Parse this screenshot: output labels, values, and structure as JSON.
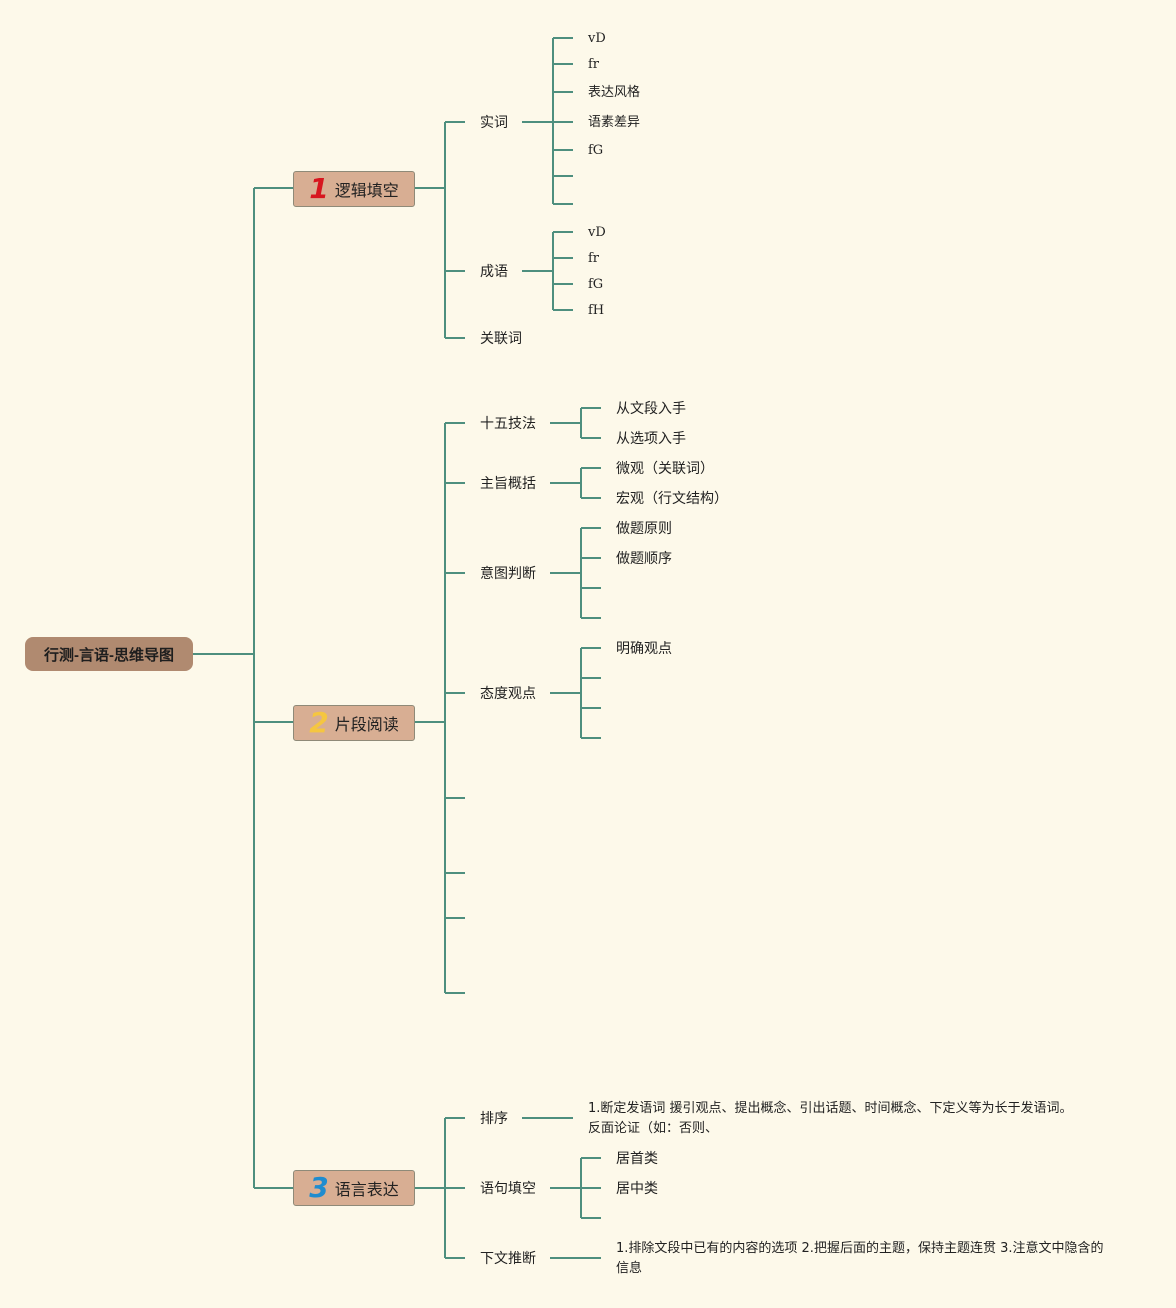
{
  "root": {
    "label": "行测-言语-思维导图"
  },
  "colors": {
    "line": "#4e8f7e",
    "root_bg": "#b08a70",
    "section_bg": "#d8ae93",
    "page_bg": "#fdf9ea"
  },
  "sections": [
    {
      "number": "1",
      "label": "逻辑填空",
      "children": [
        {
          "label": "实词",
          "children": [
            "vD",
            "fr",
            "表达风格",
            "语素差异",
            "fG",
            "",
            ""
          ]
        },
        {
          "label": "成语",
          "children": [
            "vD",
            "fr",
            "fG",
            "fH"
          ]
        },
        {
          "label": "关联词",
          "children": []
        }
      ]
    },
    {
      "number": "2",
      "label": "片段阅读",
      "children": [
        {
          "label": "十五技法",
          "children": [
            "从文段入手",
            "从选项入手"
          ]
        },
        {
          "label": "主旨概括",
          "children": [
            "微观（关联词）",
            "宏观（行文结构）"
          ]
        },
        {
          "label": "意图判断",
          "children": [
            "做题原则",
            "做题顺序",
            "",
            ""
          ]
        },
        {
          "label": "态度观点",
          "children": [
            "明确观点",
            "",
            "",
            ""
          ]
        },
        {
          "label": "",
          "children": []
        },
        {
          "label": "",
          "children": []
        },
        {
          "label": "",
          "children": []
        },
        {
          "label": "",
          "children": []
        }
      ]
    },
    {
      "number": "3",
      "label": "语言表达",
      "children": [
        {
          "label": "排序",
          "children": [
            "1.断定发语词 援引观点、提出概念、引出话题、时间概念、下定义等为长于发语词。 反面论证（如：否则、"
          ]
        },
        {
          "label": "语句填空",
          "children": [
            "居首类",
            "居中类",
            ""
          ]
        },
        {
          "label": "下文推断",
          "children": [
            "1.排除文段中已有的内容的选项 2.把握后面的主题，保持主题连贯 3.注意文中隐含的信息"
          ]
        }
      ]
    }
  ]
}
